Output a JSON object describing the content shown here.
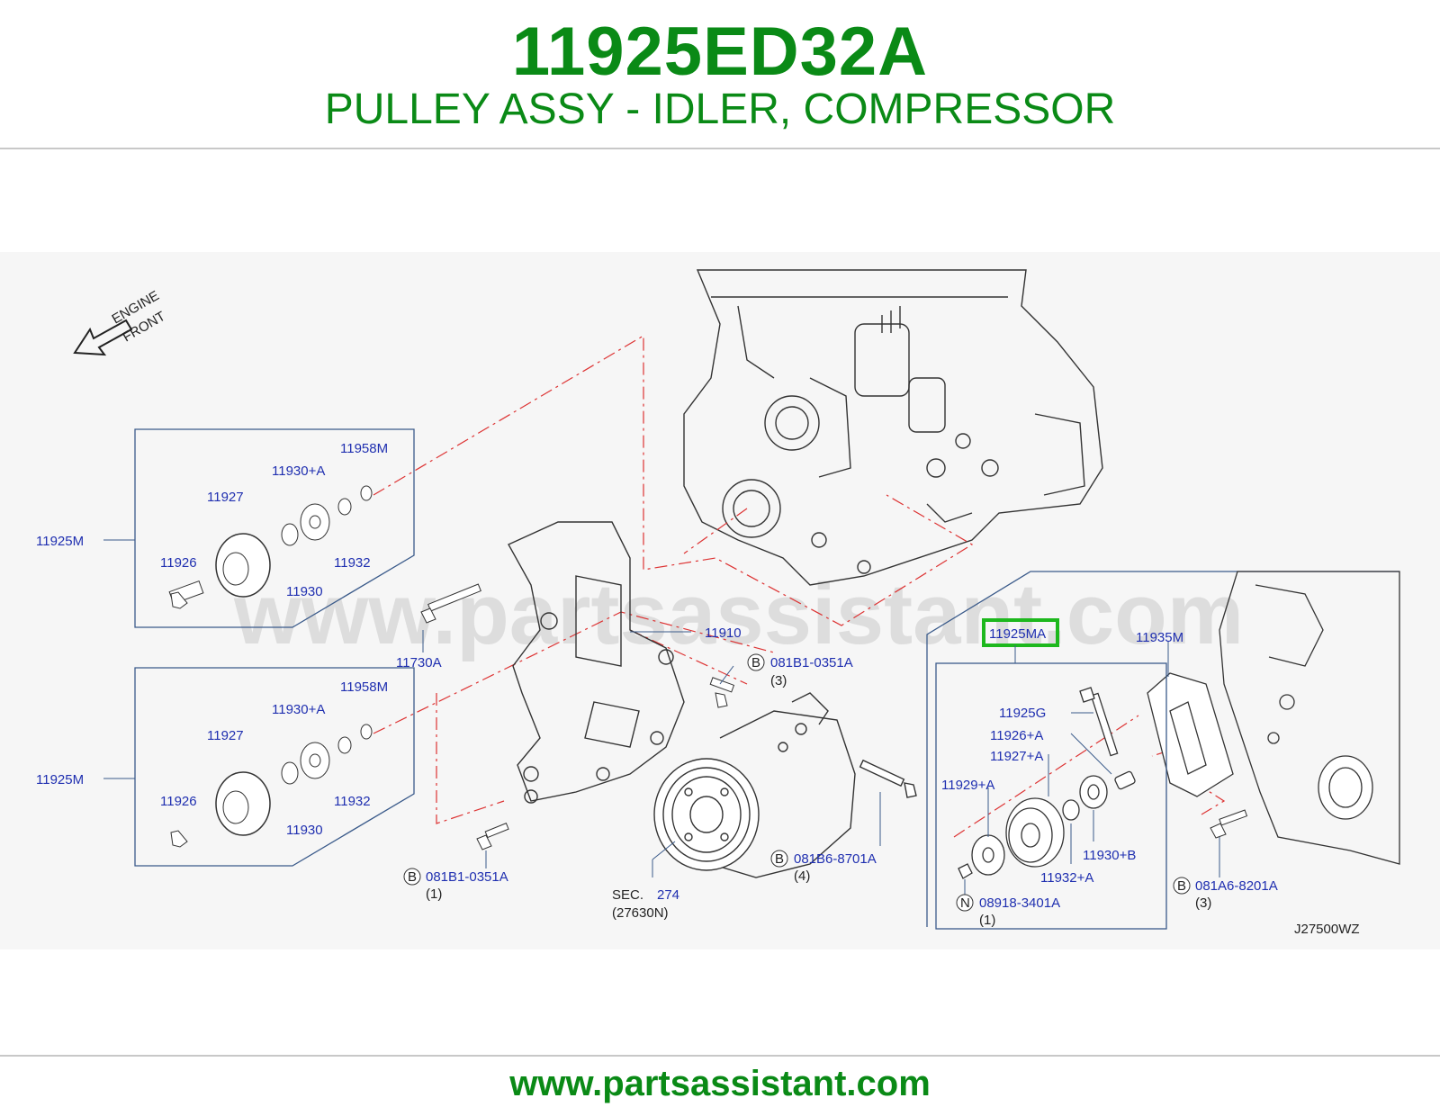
{
  "header": {
    "part_number": "11925ED32A",
    "description": "PULLEY ASSY - IDLER, COMPRESSOR"
  },
  "diagram": {
    "watermark": "www.partsassistant.com",
    "direction_line1": "ENGINE",
    "direction_line2": "FRONT",
    "diagram_code": "J27500WZ",
    "highlight_color": "#1db81d",
    "label_color": "#1f2fb0",
    "callouts": {
      "group_upper": {
        "asm": "11925M",
        "p11958M": "11958M",
        "p11930A": "11930+A",
        "p11927": "11927",
        "p11926": "11926",
        "p11932": "11932",
        "p11930": "11930"
      },
      "group_lower": {
        "asm": "11925M",
        "p11958M": "11958M",
        "p11930A": "11930+A",
        "p11927": "11927",
        "p11926": "11926",
        "p11932": "11932",
        "p11930": "11930"
      },
      "bracket": "11910",
      "bolt_11730A": "11730A",
      "bolt_b1": {
        "badge": "B",
        "code": "081B1-0351A",
        "qty": "(3)"
      },
      "bolt_b2": {
        "badge": "B",
        "code": "081B1-0351A",
        "qty": "(1)"
      },
      "bolt_b3": {
        "badge": "B",
        "code": "081B6-8701A",
        "qty": "(4)"
      },
      "sec": {
        "label": "SEC.",
        "number": "274",
        "sub": "(27630N)"
      },
      "group_right": {
        "asm_highlighted": "11925MA",
        "p11935M": "11935M",
        "p11925G": "11925G",
        "p11926A": "11926+A",
        "p11927A": "11927+A",
        "p11929A": "11929+A",
        "p11930B": "11930+B",
        "p11932A": "11932+A",
        "nut": {
          "badge": "N",
          "code": "08918-3401A",
          "qty": "(1)"
        },
        "bolt_b4": {
          "badge": "B",
          "code": "081A6-8201A",
          "qty": "(3)"
        }
      }
    }
  },
  "footer": {
    "url": "www.partsassistant.com"
  }
}
